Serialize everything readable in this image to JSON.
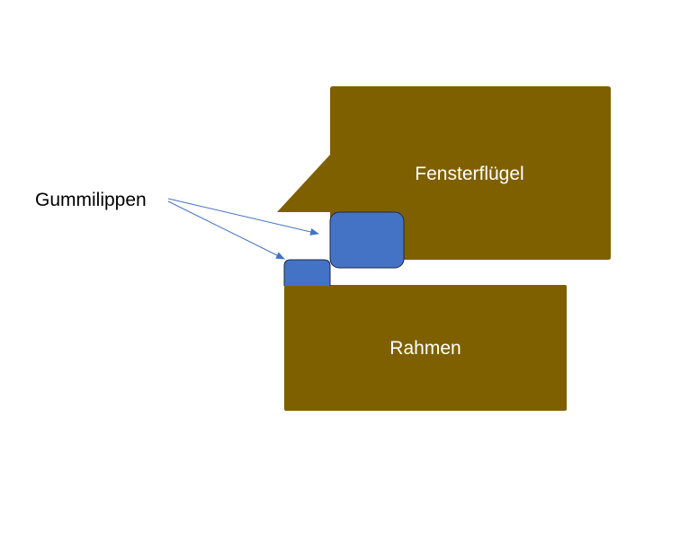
{
  "labels": {
    "sash": "Fensterflügel",
    "frame": "Rahmen",
    "gaskets": "Gummilippen"
  },
  "colors": {
    "wood": "#7f6000",
    "gasket_fill": "#4472c4",
    "gasket_stroke": "#1f2a44",
    "arrow": "#4472c4",
    "label_light": "#ffffff",
    "label_dark": "#000000",
    "background": "#ffffff"
  }
}
